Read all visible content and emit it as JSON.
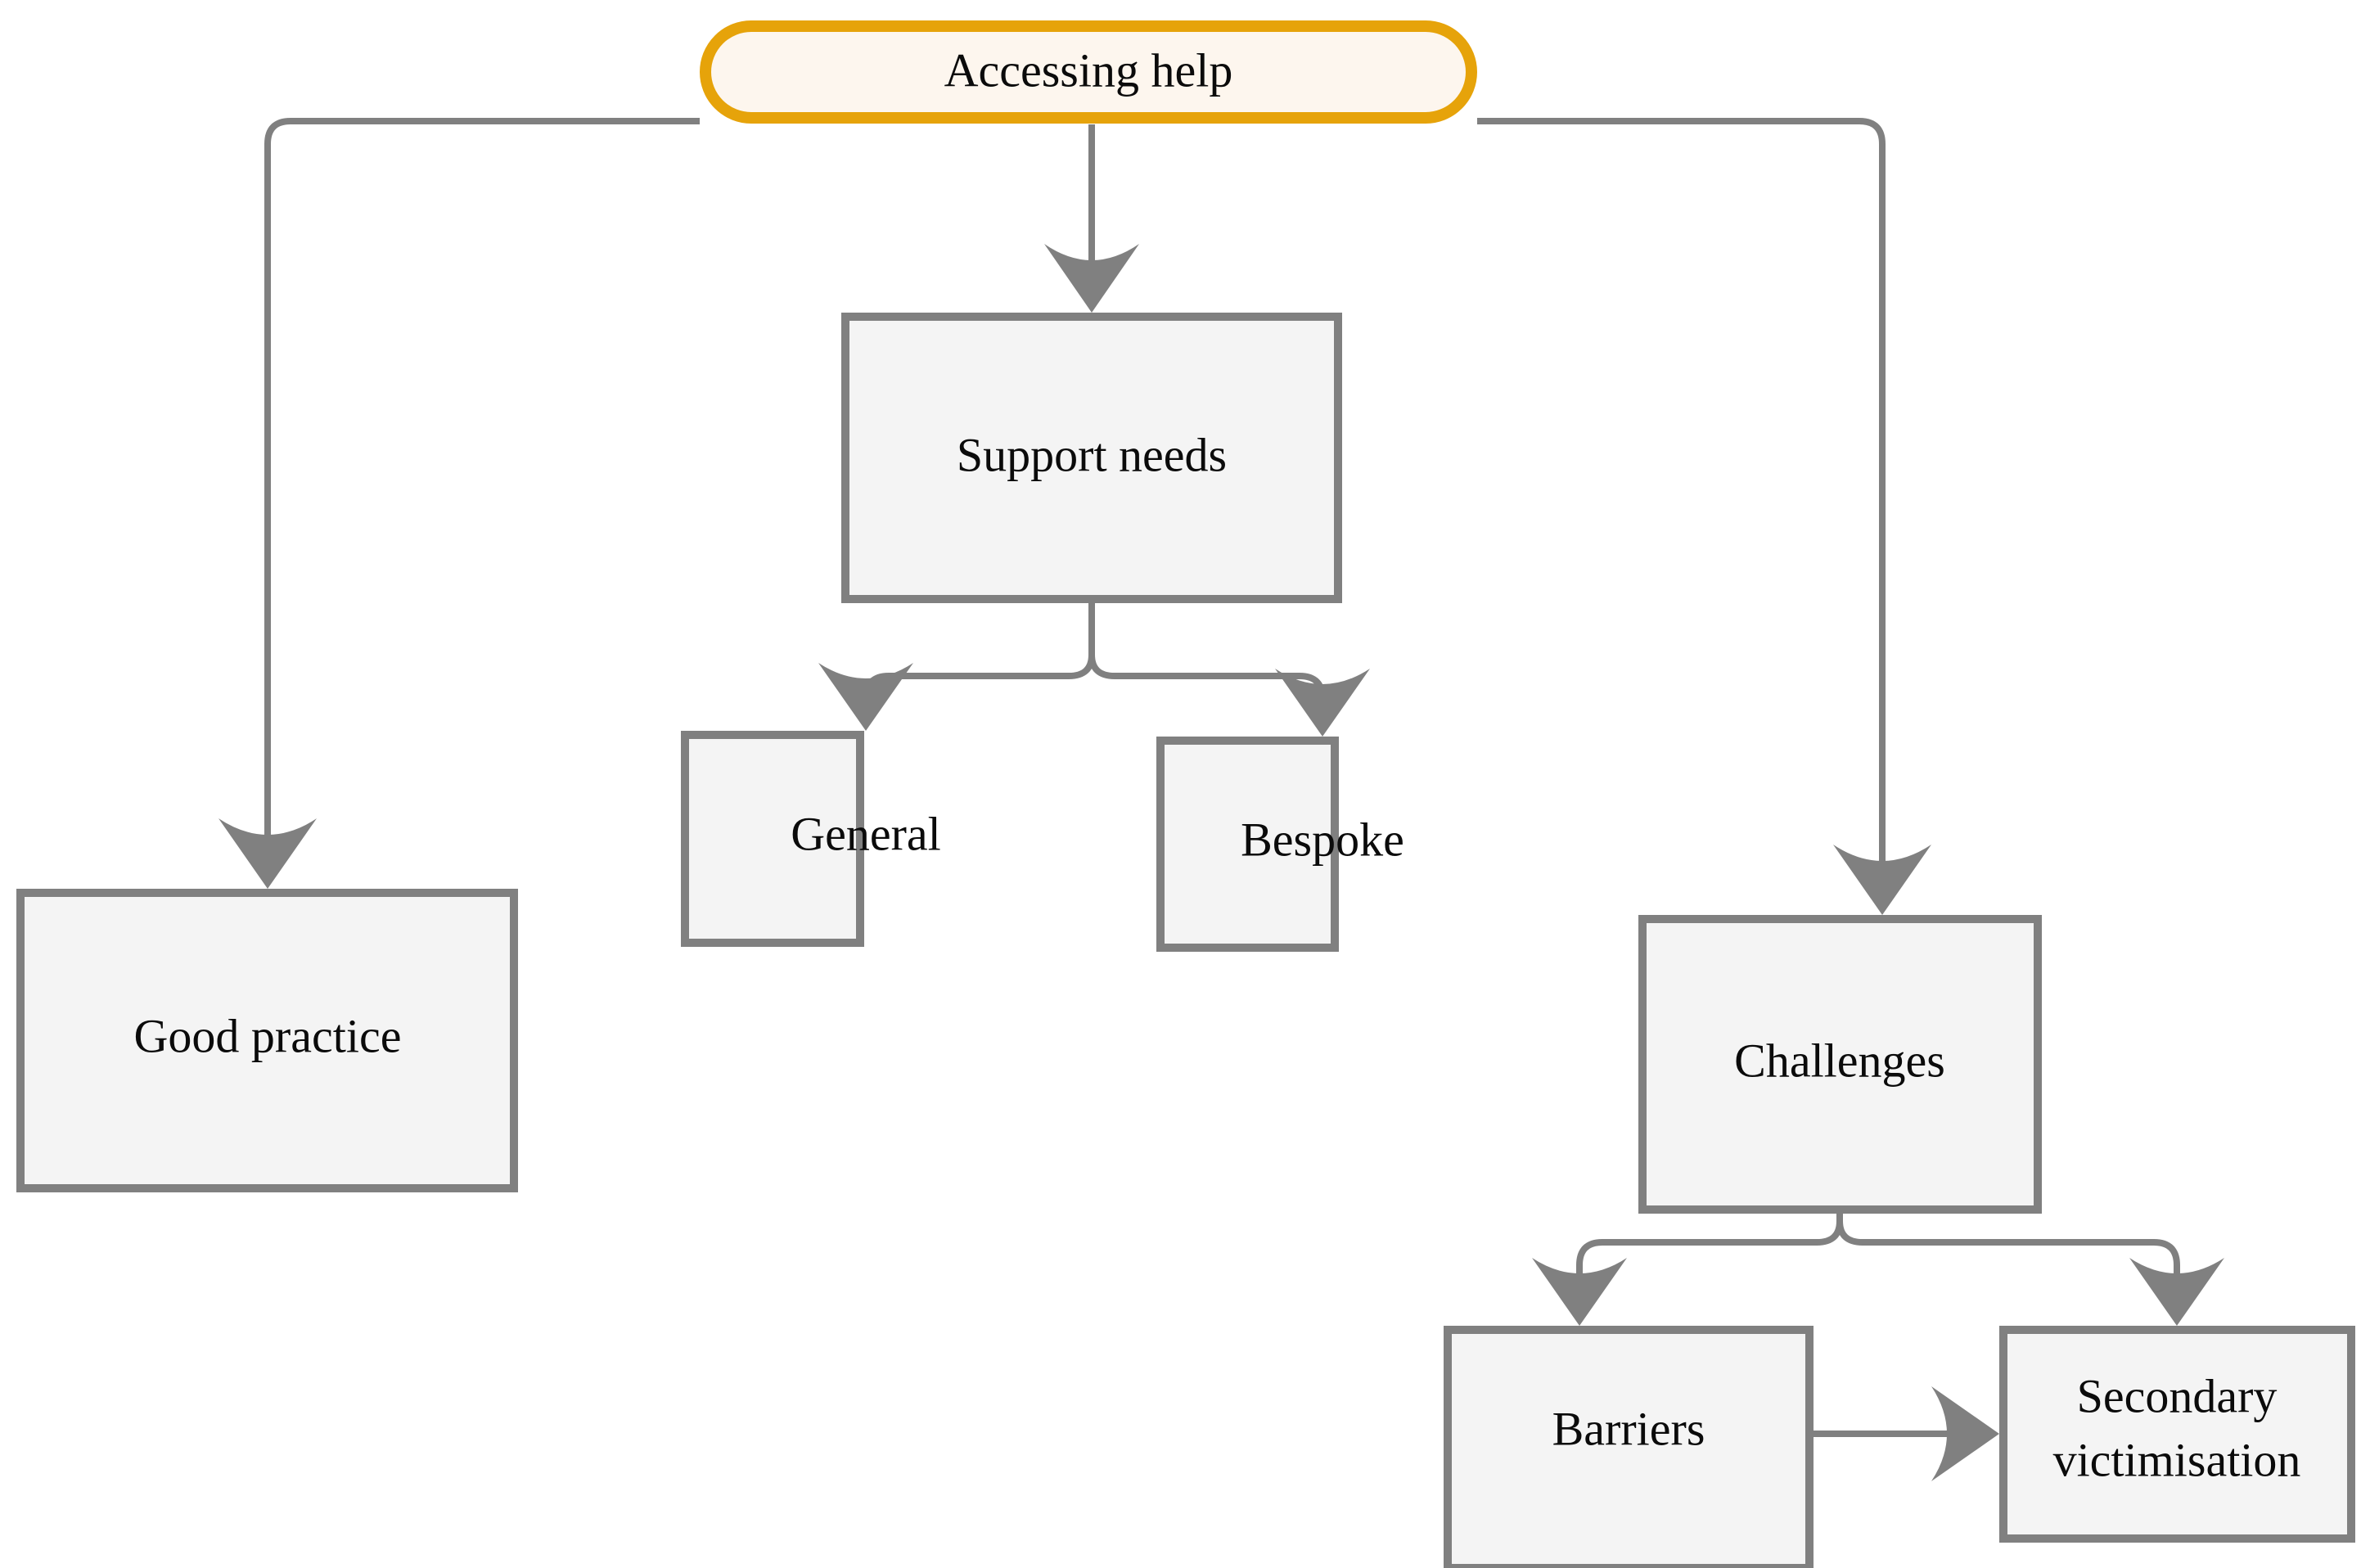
{
  "diagram": {
    "type": "flowchart",
    "title": "Accessing help",
    "background_color": "#ffffff",
    "colors": {
      "root_fill": "#fdf6ee",
      "root_stroke": "#e6a30a",
      "node_fill": "#f4f4f4",
      "node_stroke": "#808080",
      "edge_stroke": "#808080",
      "label_color": "#0b0b0b"
    },
    "nodes": [
      {
        "id": "accessing-help",
        "label": "Accessing help",
        "shape": "stadium",
        "style": "root"
      },
      {
        "id": "support-needs",
        "label": "Support needs",
        "shape": "rect",
        "style": "default"
      },
      {
        "id": "general",
        "label": "General",
        "shape": "rect",
        "style": "default"
      },
      {
        "id": "bespoke",
        "label": "Bespoke",
        "shape": "rect",
        "style": "default"
      },
      {
        "id": "good-practice",
        "label": "Good practice",
        "shape": "rect",
        "style": "default"
      },
      {
        "id": "challenges",
        "label": "Challenges",
        "shape": "rect",
        "style": "default"
      },
      {
        "id": "barriers",
        "label": "Barriers",
        "shape": "rect",
        "style": "default"
      },
      {
        "id": "secondary-victimisation",
        "label_line1": "Secondary",
        "label_line2": "victimisation",
        "shape": "rect",
        "style": "default"
      }
    ],
    "edges": [
      {
        "from": "accessing-help",
        "to": "good-practice",
        "label": "",
        "arrow": "open-triangle"
      },
      {
        "from": "accessing-help",
        "to": "support-needs",
        "label": "",
        "arrow": "open-triangle"
      },
      {
        "from": "accessing-help",
        "to": "challenges",
        "label": "",
        "arrow": "open-triangle"
      },
      {
        "from": "support-needs",
        "to": "general",
        "label": "",
        "arrow": "open-triangle"
      },
      {
        "from": "support-needs",
        "to": "bespoke",
        "label": "",
        "arrow": "open-triangle"
      },
      {
        "from": "challenges",
        "to": "barriers",
        "label": "",
        "arrow": "open-triangle"
      },
      {
        "from": "challenges",
        "to": "secondary-victimisation",
        "label": "",
        "arrow": "open-triangle"
      },
      {
        "from": "barriers",
        "to": "secondary-victimisation",
        "label": "",
        "arrow": "open-triangle"
      }
    ]
  }
}
